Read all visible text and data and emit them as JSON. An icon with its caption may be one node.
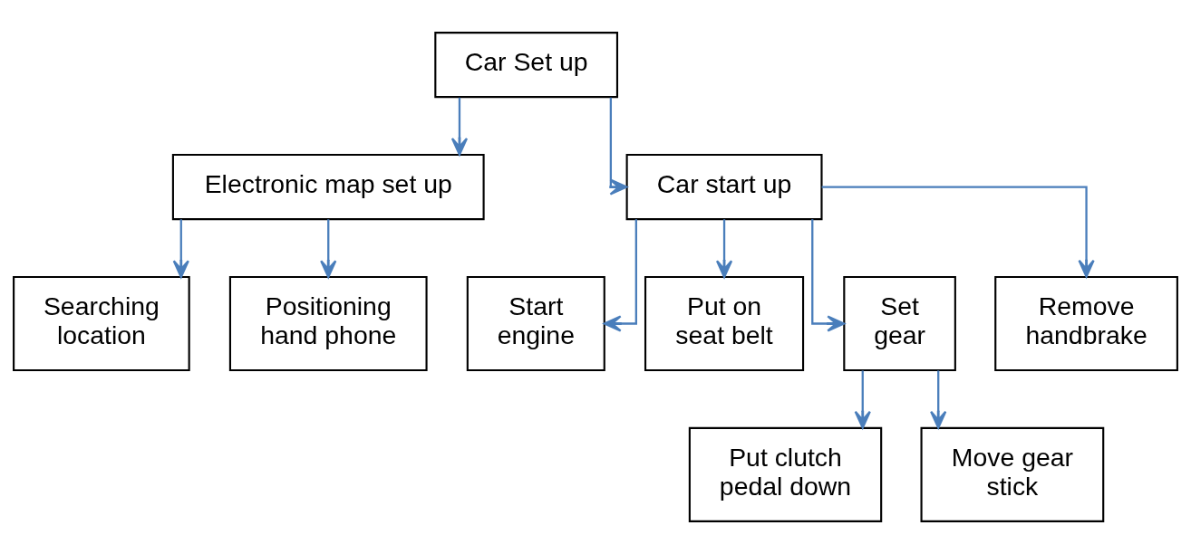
{
  "diagram": {
    "nodes": [
      {
        "text": [
          "Car Set up"
        ]
      },
      {
        "text": [
          "Electronic map set up"
        ]
      },
      {
        "text": [
          "Car start up"
        ]
      },
      {
        "text": [
          "Searching location"
        ]
      },
      {
        "text": [
          "Positioning hand phone"
        ]
      },
      {
        "text": [
          "Start engine"
        ]
      },
      {
        "text": [
          "Put on seat belt"
        ]
      },
      {
        "text": [
          "Set gear"
        ]
      },
      {
        "text": [
          "Remove handbrake"
        ]
      },
      {
        "text": [
          "Put clutch pedal down"
        ]
      },
      {
        "text": [
          "Move gear stick"
        ]
      }
    ],
    "edges": [
      {
        "from": 0,
        "to": 1,
        "arrow": "to"
      },
      {
        "from": 0,
        "to": 2,
        "arrow": "to"
      },
      {
        "from": 1,
        "to": 3,
        "arrow": "to"
      },
      {
        "from": 1,
        "to": 4,
        "arrow": "to"
      },
      {
        "from": 2,
        "to": 5,
        "arrow": "to"
      },
      {
        "from": 2,
        "to": 6,
        "arrow": "to"
      },
      {
        "from": 2,
        "to": 7,
        "arrow": "to"
      },
      {
        "from": 2,
        "to": 8,
        "arrow": "to"
      },
      {
        "from": 7,
        "to": 9,
        "arrow": "to"
      },
      {
        "from": 7,
        "to": 10,
        "arrow": "to"
      }
    ]
  }
}
